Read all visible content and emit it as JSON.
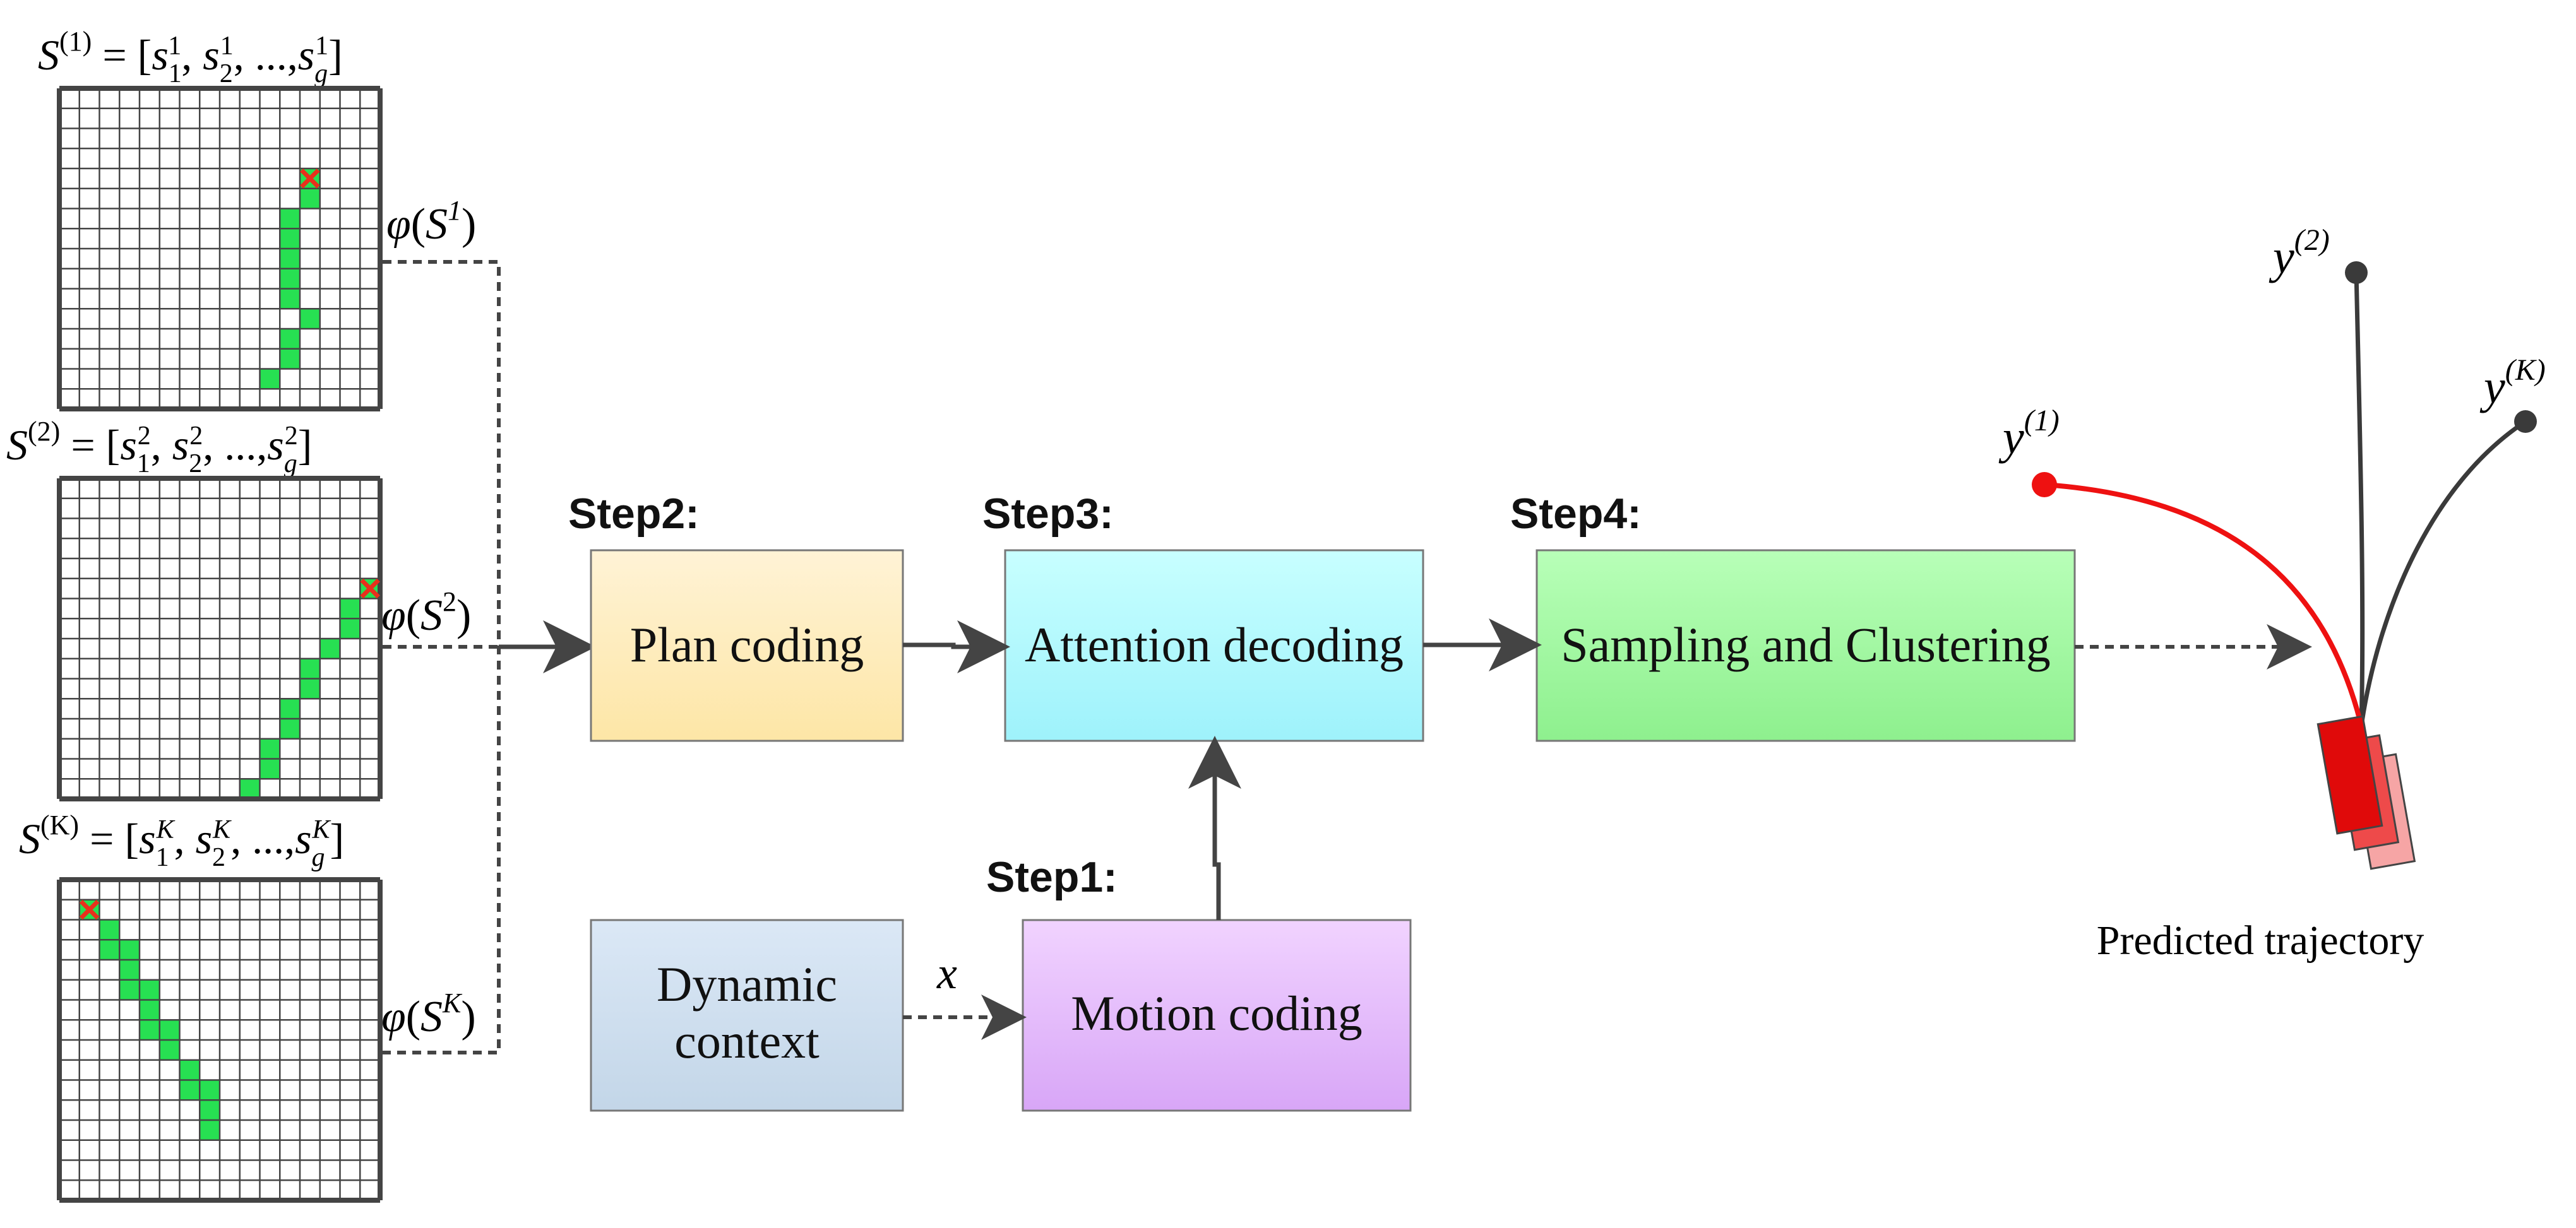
{
  "colors": {
    "plan_fill_top": "#fff3d6",
    "plan_fill_bottom": "#fde6a6",
    "attention_fill_top": "#c8ffff",
    "attention_fill_bottom": "#9ef2fb",
    "sampling_fill_top": "#b8ffb8",
    "sampling_fill_bottom": "#8ef08e",
    "dynamic_fill_top": "#dbe8f6",
    "dynamic_fill_bottom": "#c3d6e8",
    "motion_fill_top": "#f1d3ff",
    "motion_fill_bottom": "#d8a6f7",
    "grid_highlight": "#27e052",
    "end_marker": "#e8301c",
    "arrow": "#444444",
    "traj_red": "#ee1111",
    "traj_dark": "#3a3a3a"
  },
  "grids": [
    {
      "label_sym": "S",
      "label_sup": "(1)",
      "eq": " = [",
      "items": [
        [
          "s",
          "1",
          "1"
        ],
        [
          "s",
          "2",
          "1"
        ],
        [
          "s",
          "g",
          "1"
        ]
      ],
      "phi_sup": "1",
      "path": [
        [
          12,
          4
        ],
        [
          12,
          5
        ],
        [
          11,
          6
        ],
        [
          11,
          7
        ],
        [
          11,
          8
        ],
        [
          11,
          9
        ],
        [
          11,
          10
        ],
        [
          12,
          11
        ],
        [
          11,
          12
        ],
        [
          11,
          13
        ],
        [
          10,
          14
        ]
      ],
      "marker": [
        12,
        4
      ]
    },
    {
      "label_sym": "S",
      "label_sup": "(2)",
      "eq": " = [",
      "items": [
        [
          "s",
          "1",
          "2"
        ],
        [
          "s",
          "2",
          "2"
        ],
        [
          "s",
          "g",
          "2"
        ]
      ],
      "phi_sup": "2",
      "path": [
        [
          15,
          5
        ],
        [
          14,
          6
        ],
        [
          14,
          7
        ],
        [
          13,
          8
        ],
        [
          12,
          9
        ],
        [
          12,
          10
        ],
        [
          11,
          11
        ],
        [
          11,
          12
        ],
        [
          10,
          13
        ],
        [
          10,
          14
        ],
        [
          9,
          15
        ]
      ],
      "marker": [
        15,
        5
      ]
    },
    {
      "label_sym": "S",
      "label_sup": "(K)",
      "eq": " = [",
      "items": [
        [
          "s",
          "1",
          "K"
        ],
        [
          "s",
          "2",
          "K"
        ],
        [
          "s",
          "g",
          "K"
        ]
      ],
      "phi_sup": "K",
      "path": [
        [
          1,
          1
        ],
        [
          2,
          2
        ],
        [
          2,
          3
        ],
        [
          3,
          3
        ],
        [
          3,
          4
        ],
        [
          3,
          5
        ],
        [
          4,
          5
        ],
        [
          4,
          6
        ],
        [
          4,
          7
        ],
        [
          5,
          7
        ],
        [
          5,
          8
        ],
        [
          6,
          9
        ],
        [
          6,
          10
        ],
        [
          7,
          10
        ],
        [
          7,
          11
        ],
        [
          7,
          12
        ]
      ],
      "marker": [
        1,
        1
      ]
    }
  ],
  "phi_symbol": "φ",
  "ellipsis": "...,",
  "boxes": {
    "plan": {
      "label": "Plan coding",
      "step": "Step2:"
    },
    "attention": {
      "label": "Attention decoding",
      "step": "Step3:"
    },
    "sampling": {
      "label": "Sampling and Clustering",
      "step": "Step4:"
    },
    "dynamic": {
      "line1": "Dynamic",
      "line2": "context"
    },
    "motion": {
      "label": "Motion coding",
      "step": "Step1:"
    }
  },
  "x_label": "x",
  "trajectory": {
    "caption": "Predicted trajectory",
    "y1_sym": "y",
    "y1_sup": "(1)",
    "y2_sym": "y",
    "y2_sup": "(2)",
    "yK_sym": "y",
    "yK_sup": "(K)"
  }
}
